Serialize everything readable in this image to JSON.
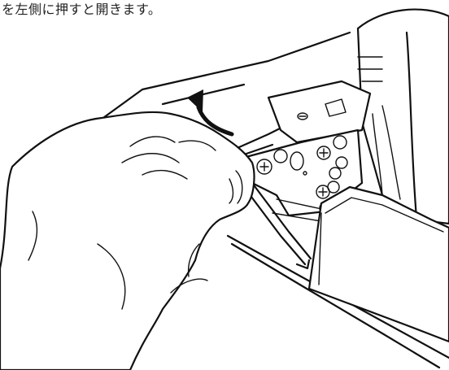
{
  "caption": "を左側に押すと開きます。",
  "illustration": {
    "subject": "hand-opening-side-cover",
    "arrow_direction": "up-left",
    "line_color": "#111111",
    "background_color": "#ffffff"
  }
}
